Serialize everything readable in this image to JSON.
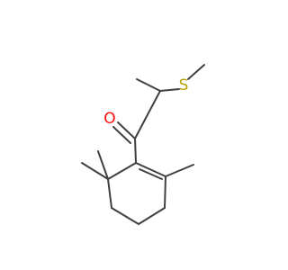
{
  "molecule": {
    "atoms": [
      {
        "element": "S",
        "label": "S",
        "color": "#b8a200"
      },
      {
        "element": "O",
        "label": "O",
        "color": "#ff0d0d"
      }
    ],
    "bond_color": "#404040",
    "background": "#ffffff"
  }
}
